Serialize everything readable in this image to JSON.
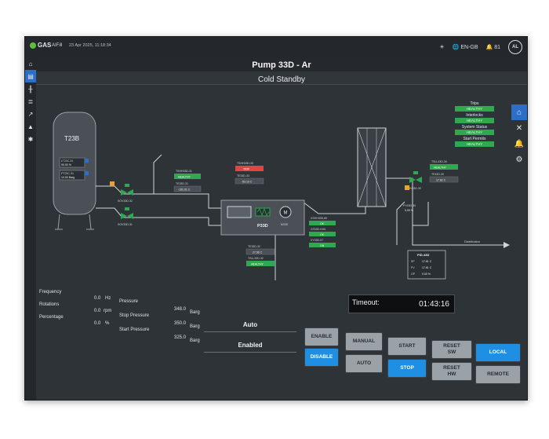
{
  "topbar": {
    "logo": "GAS",
    "user": "AIFill",
    "datetime": "23 Apr 2025, 11:18:34",
    "language": "EN-GB",
    "notifications": "81",
    "avatar_initials": "AL",
    "icons": [
      "sun-icon",
      "globe-icon",
      "bell-icon"
    ]
  },
  "sidebar": {
    "items": [
      "home-icon",
      "overview-icon",
      "valve-icon",
      "database-icon",
      "trend-icon",
      "alarm-icon",
      "settings-icon"
    ],
    "active_index": 1
  },
  "header": {
    "title": "Pump 33D - Ar",
    "subtitle": "Cold Standby"
  },
  "rightnav": {
    "items": [
      "home-icon",
      "tools-icon",
      "bell-icon",
      "gear-icon"
    ],
    "active_index": 0
  },
  "status": {
    "items": [
      {
        "label": "Trips",
        "value": "HEALTHY"
      },
      {
        "label": "Interlocks",
        "value": "HEALTHY"
      },
      {
        "label": "System Status",
        "value": "HEALTHY"
      },
      {
        "label": "Start Permits",
        "value": "HEALTHY"
      }
    ],
    "color": "#2fa84f"
  },
  "diagram": {
    "tank": {
      "name": "T23B",
      "tags": [
        {
          "name": "LT23C-31",
          "value": "90.00 %"
        },
        {
          "name": "PT23C-31",
          "value": "10.00 Barg"
        }
      ]
    },
    "valves": [
      "SOV33D-32",
      "SOV33D-31",
      "SOV43D-30"
    ],
    "line_tags": [
      {
        "name": "TSHH33D-31",
        "value": "HEALTHY"
      },
      {
        "name": "TE33D-31",
        "value": "-151.01 C"
      },
      {
        "name": "TSHH33D-33",
        "value": "TRIP"
      },
      {
        "name": "TE33D-33",
        "value": "-53.10 C"
      },
      {
        "name": "TSLL43D-30",
        "value": "HEALTHY"
      },
      {
        "name": "TE43D-30",
        "value": "17.62 C"
      }
    ],
    "pump": {
      "name": "P33D",
      "motor": "M",
      "motor_tag": "M33D"
    },
    "pump_tags": [
      {
        "name": "TE33D-32",
        "value": "27.56 C"
      },
      {
        "name": "TSLL33D-32",
        "value": "HEALTHY"
      }
    ],
    "xs_tags": [
      {
        "name": "XSHH33D-80",
        "value": "OK"
      },
      {
        "name": "XS33D-KM1",
        "value": "OK"
      },
      {
        "name": "XY33D-57",
        "value": "ON"
      }
    ],
    "pv_tag": {
      "name": "PY43D-30",
      "value": "0.00 %"
    },
    "distribution": "Distribution",
    "pid": {
      "name": "PID-43D",
      "rows": [
        {
          "k": "SP",
          "v": "17.61 C"
        },
        {
          "k": "PV",
          "v": "17.61 C"
        },
        {
          "k": "OP",
          "v": "0.00 %"
        }
      ]
    },
    "colors": {
      "healthy": "#2fa84f",
      "trip": "#e0463f",
      "pipe": "#cfd4d8"
    }
  },
  "metrics": {
    "left": [
      {
        "label": "Frequency",
        "value": "0.0",
        "unit": "Hz"
      },
      {
        "label": "Rotations",
        "value": "0.0",
        "unit": "rpm"
      },
      {
        "label": "Percentage",
        "value": "0.0",
        "unit": "%"
      }
    ],
    "right": [
      {
        "label": "Pressure",
        "value": "348.0",
        "unit": "Barg"
      },
      {
        "label": "Stop Pressure",
        "value": "350.0",
        "unit": "Barg"
      },
      {
        "label": "Start Pressure",
        "value": "325.0",
        "unit": "Barg"
      }
    ]
  },
  "mode": {
    "auto": "Auto",
    "enabled": "Enabled"
  },
  "timeout": {
    "label": "Timeout:",
    "value": "01:43:16"
  },
  "buttons": {
    "enable": "ENABLE",
    "disable": "DISABLE",
    "manual": "MANUAL",
    "auto": "AUTO",
    "start": "START",
    "stop": "STOP",
    "reset_sw": "RESET\nSW",
    "reset_hw": "RESET\nHW",
    "local": "LOCAL",
    "remote": "REMOTE"
  }
}
